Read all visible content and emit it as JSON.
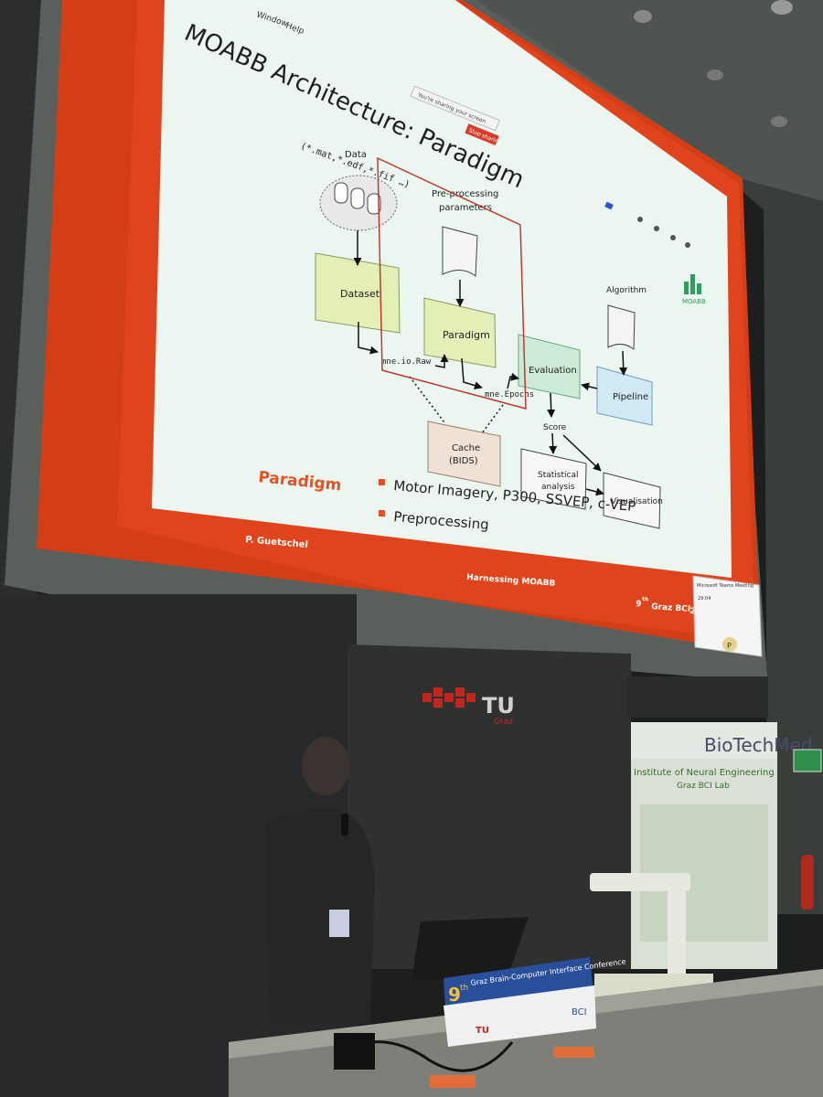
{
  "colors": {
    "accent": "#e8501f",
    "slide_bg": "#ecf6f0",
    "room_dark": "#1c1e1f"
  },
  "menu": {
    "window": "Window",
    "help": "Help"
  },
  "share_bar": {
    "sharing_text": "You're sharing your screen",
    "stop_label": "Stop sharing"
  },
  "slide": {
    "title": "MOABB Architecture: Paradigm",
    "logo_text": "MOABB",
    "diagram": {
      "data_label": "Data",
      "data_formats": "(*.mat,*.edf,*.fif …)",
      "preprocessing_label": "Pre-processing",
      "parameters_label": "parameters",
      "algorithm_label": "Algorithm",
      "dataset": "Dataset",
      "paradigm": "Paradigm",
      "evaluation": "Evaluation",
      "pipeline": "Pipeline",
      "mne_raw": "mne.io.Raw",
      "mne_epochs": "mne.Epochs",
      "cache_line1": "Cache",
      "cache_line2": "(BIDS)",
      "score": "Score",
      "stats_line1": "Statistical",
      "stats_line2": "analysis",
      "visualisation": "Visualisation"
    },
    "section_heading": "Paradigm",
    "bullets": [
      "Motor Imagery, P300, SSVEP, c-VEP",
      "Preprocessing"
    ],
    "footer_author": "P. Guetschel",
    "footer_talk": "Harnessing MOABB",
    "footer_conf_sup": "th",
    "footer_conf": "9",
    "footer_conf_rest": "Graz BCI Conf.",
    "footer_year": "2"
  },
  "teams": {
    "title": "Microsoft Teams Meeting",
    "time": "29:04",
    "avatar": "P"
  },
  "room": {
    "tu_text": "TU",
    "tu_sub": "Graz",
    "banner_title": "BioTechMed",
    "banner_inst": "Institute of Neural Engineering",
    "banner_lab": "Graz BCI Lab",
    "podium_num": "9",
    "podium_sup": "th",
    "podium_title": "Graz Brain-Computer Interface Conference",
    "podium_tu": "TU",
    "podium_bci": "BCI"
  }
}
